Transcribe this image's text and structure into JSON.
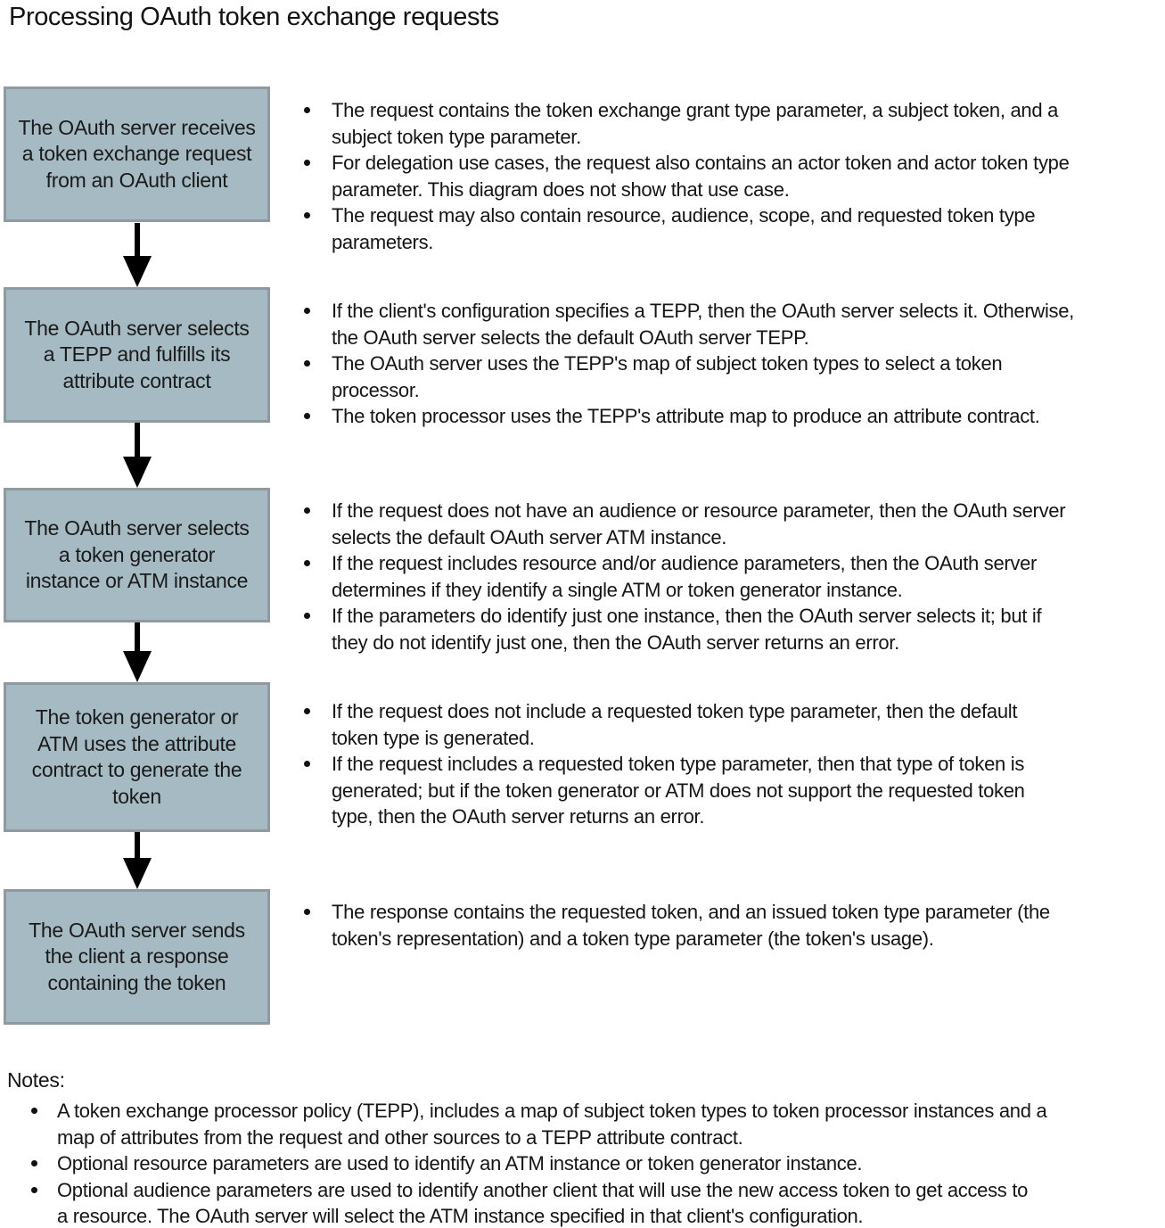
{
  "title": "Processing OAuth token exchange requests",
  "colors": {
    "box_fill": "#a5bac3",
    "box_border": "#8f9aa0",
    "arrow": "#000000",
    "text": "#151515",
    "background": "#ffffff"
  },
  "steps": [
    {
      "box": "The OAuth server receives\na token exchange request\nfrom an OAuth client",
      "bullets": [
        "The request contains the token exchange grant type parameter, a subject token, and a\nsubject token type parameter.",
        "For delegation use cases, the request also contains an actor token and actor token type\nparameter. This diagram does not show that use case.",
        "The request may also contain resource, audience, scope, and requested token type\nparameters."
      ]
    },
    {
      "box": "The OAuth server selects\na TEPP and fulfills its\nattribute contract",
      "bullets": [
        "If the client's configuration specifies a TEPP, then the OAuth server selects it. Otherwise,\nthe OAuth server selects the default OAuth server TEPP.",
        "The OAuth server uses the TEPP's map of subject token types to select a token\nprocessor.",
        "The token processor uses the TEPP's attribute map to produce an attribute contract."
      ]
    },
    {
      "box": "The OAuth server selects\na token generator\ninstance or ATM instance",
      "bullets": [
        "If the request does not have an audience or resource parameter, then the OAuth server\nselects the default OAuth server ATM instance.",
        "If the request includes resource and/or audience parameters, then the OAuth server\ndetermines if they identify a single ATM or token generator instance.",
        "If the parameters do identify just one instance, then the OAuth server selects it; but if\nthey do not identify just one, then the OAuth server returns an error."
      ]
    },
    {
      "box": "The token generator or\nATM uses the attribute\ncontract to generate the\ntoken",
      "bullets": [
        "If the request does not include a requested token type parameter, then the default\ntoken type is generated.",
        "If the request includes a requested token type parameter, then that type of token is\ngenerated; but if the token generator or ATM does not support the requested token\ntype, then the OAuth server returns an error."
      ]
    },
    {
      "box": "The OAuth server sends\nthe client a response\ncontaining the token",
      "bullets": [
        "The response contains the requested token, and an issued token type parameter (the\ntoken's representation) and a token type parameter (the token's usage)."
      ]
    }
  ],
  "notes": {
    "heading": "Notes:",
    "items": [
      "A token exchange processor policy (TEPP), includes a map of subject token types to token processor instances and a\nmap of attributes from the request and other sources to a TEPP attribute contract.",
      "Optional resource parameters are used to identify an ATM instance or token generator instance.",
      "Optional audience parameters are used to identify another client that will use the new access token to get access to\na resource. The OAuth server will select the ATM instance specified in that client's configuration."
    ]
  }
}
